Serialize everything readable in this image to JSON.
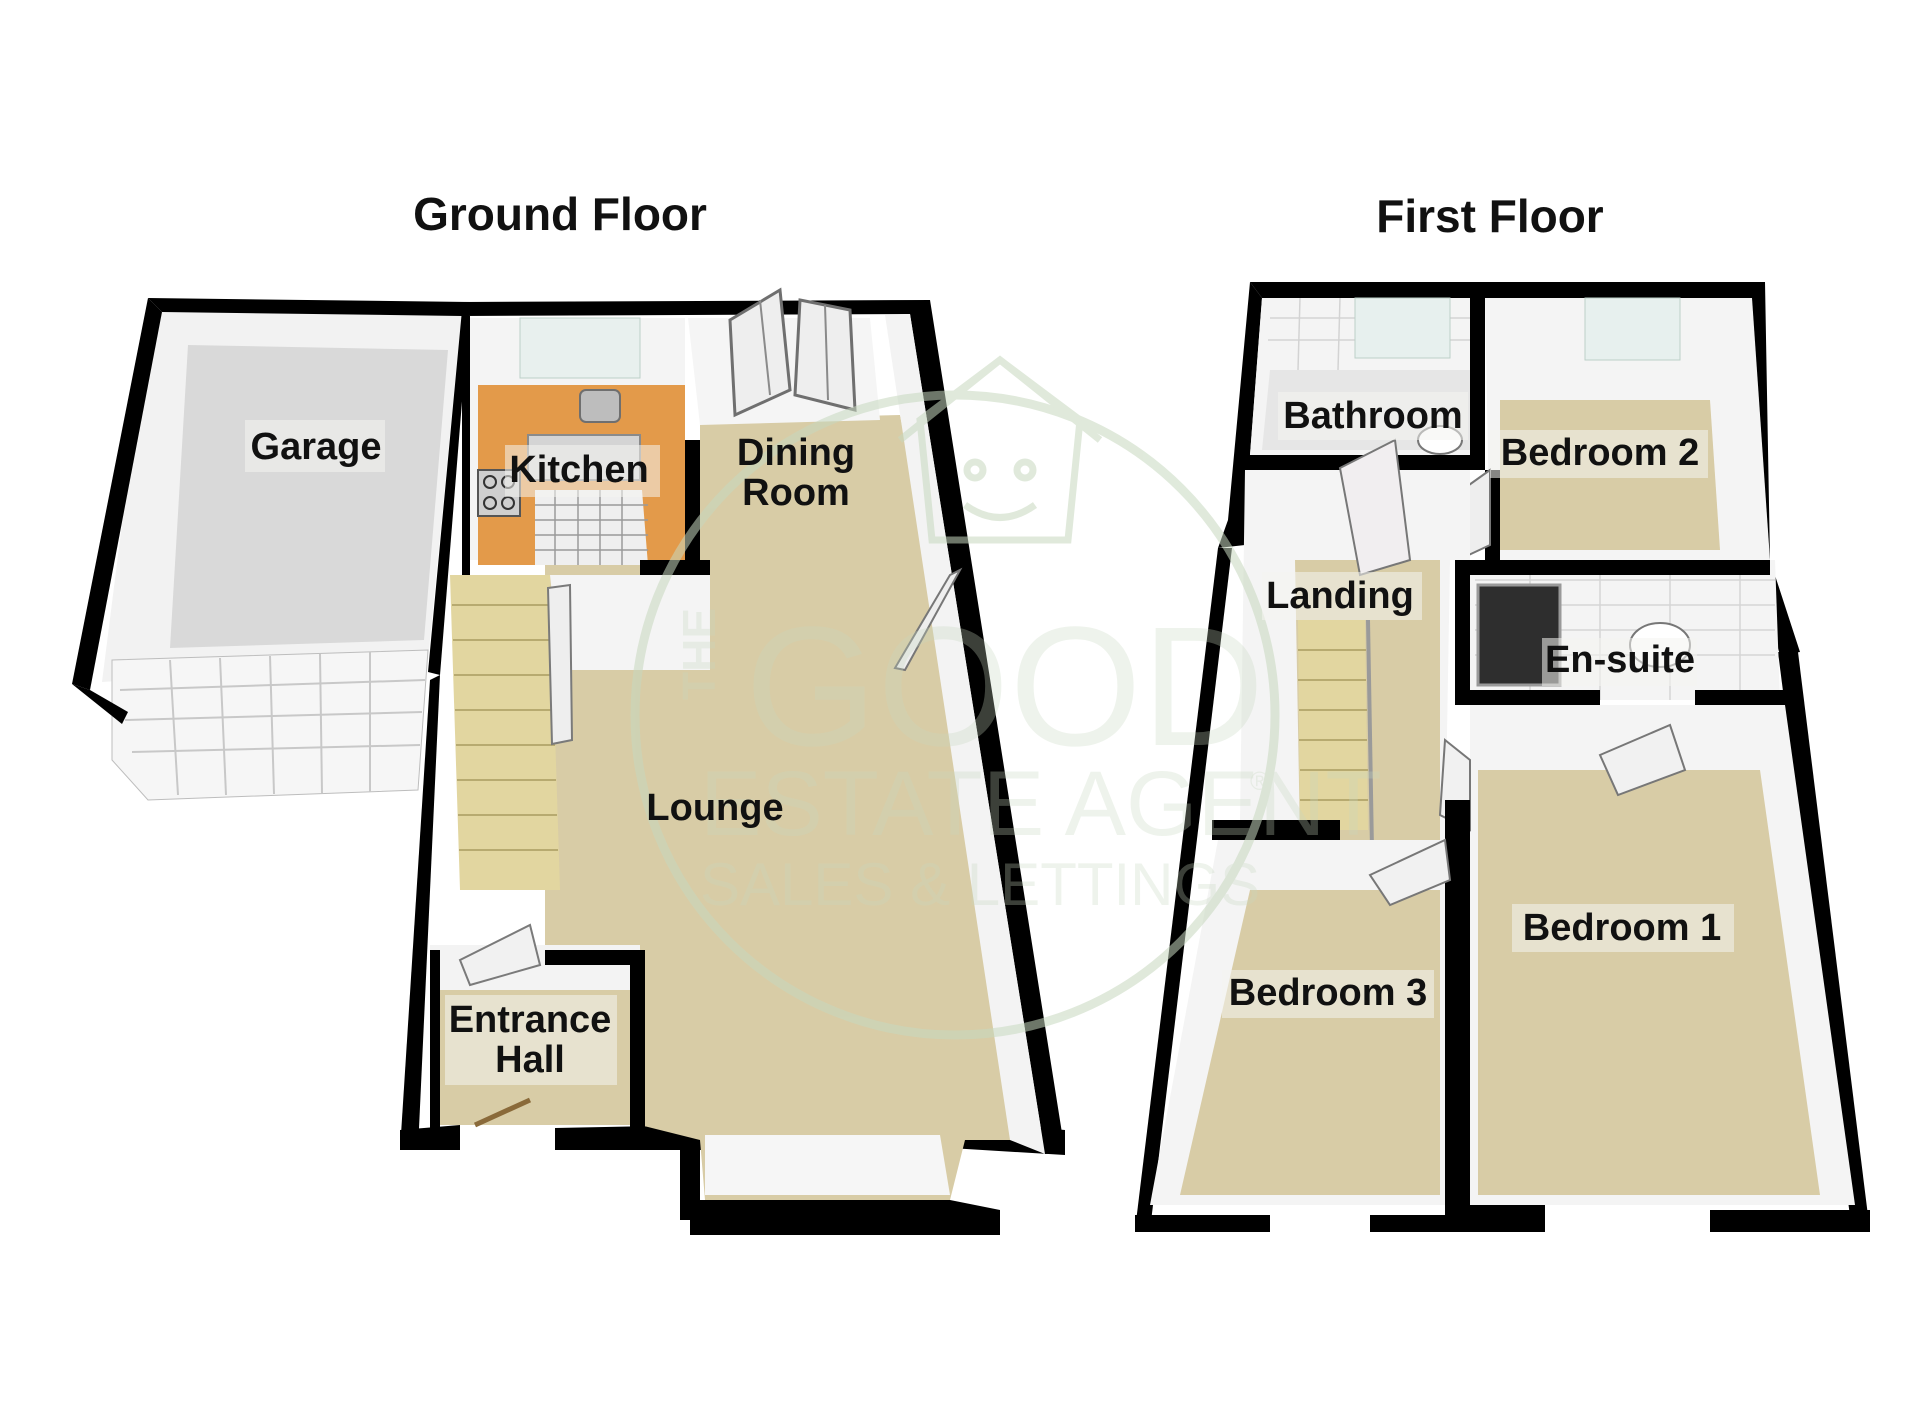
{
  "colors": {
    "wall": "#000000",
    "floor_carpet": "#d8cca6",
    "floor_garage": "#d9d9d9",
    "kitchen_counter": "#e39a4a",
    "inner_wall": "#f4f4f4",
    "watermark": "#c7d8bf"
  },
  "floors": {
    "ground": {
      "title": "Ground Floor",
      "rooms": {
        "garage": "Garage",
        "kitchen": "Kitchen",
        "dining_line1": "Dining",
        "dining_line2": "Room",
        "lounge": "Lounge",
        "entrance_line1": "Entrance",
        "entrance_line2": "Hall"
      }
    },
    "first": {
      "title": "First Floor",
      "rooms": {
        "bathroom": "Bathroom",
        "bedroom2": "Bedroom 2",
        "landing": "Landing",
        "ensuite": "En-suite",
        "bedroom1": "Bedroom 1",
        "bedroom3": "Bedroom 3"
      }
    }
  },
  "watermark": {
    "the": "THE",
    "good": "GOOD",
    "estate_agent": "ESTATE AGENT",
    "registered": "®",
    "sales_lettings": "SALES & LETTINGS"
  },
  "icons": {
    "logo": "house-face-logo-icon"
  }
}
